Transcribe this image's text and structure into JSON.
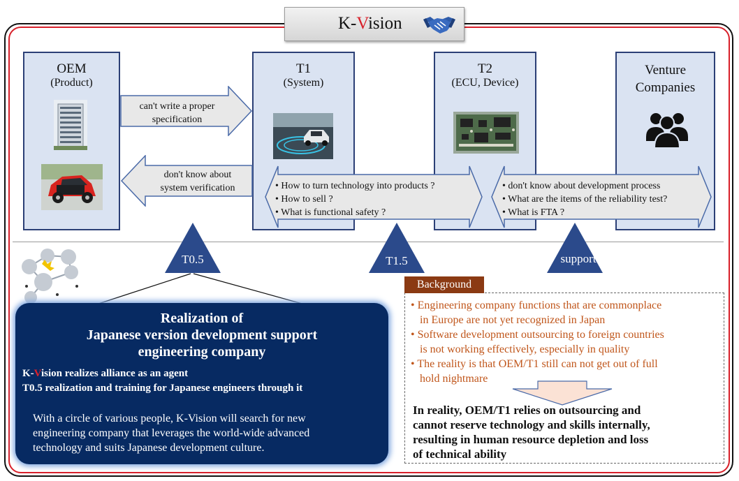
{
  "header": {
    "title_prefix": "K-",
    "title_accent": "V",
    "title_suffix": "ision"
  },
  "columns": [
    {
      "title": "OEM",
      "subtitle": "(Product)"
    },
    {
      "title": "T1",
      "subtitle": "(System)"
    },
    {
      "title": "T2",
      "subtitle": "(ECU, Device)"
    },
    {
      "title": "Venture",
      "subtitle": "Companies"
    }
  ],
  "arrows": {
    "oem_to_t1": [
      "can't write a proper",
      "specification"
    ],
    "t1_to_oem": [
      "don't know about",
      "system verification"
    ]
  },
  "t1_issues": [
    "• How to turn technology into products ?",
    "• How to sell ?",
    "• What is functional safety ?"
  ],
  "t2_issues": [
    "• don't know about development process",
    "• What are the items of the reliability test?",
    "• What is FTA ?"
  ],
  "triangles": {
    "t05": "T0.5",
    "t15": "T1.5",
    "support": "support"
  },
  "background": {
    "tag": "Background",
    "items": [
      [
        "• Engineering company functions that are commonplace",
        "  in Europe are not yet recognized in Japan"
      ],
      [
        "• Software development outsourcing to foreign countries",
        "  is not working effectively, especially in quality"
      ],
      [
        "• The reality is that OEM/T1 still can not get out of full",
        "  hold nightmare"
      ]
    ],
    "result": [
      "In reality, OEM/T1 relies on outsourcing and",
      "cannot reserve technology and skills internally,",
      "resulting in human resource depletion and loss",
      "of technical ability"
    ]
  },
  "realization": {
    "title": [
      "Realization of",
      "Japanese version development support",
      "engineering company"
    ],
    "line1_prefix": "K-",
    "line1_accent": "V",
    "line1_suffix": "ision realizes alliance as an agent",
    "line2": "T0.5 realization and training for Japanese engineers through it",
    "body": [
      "With a circle of various people, K-Vision will search for new",
      "engineering company that leverages the world-wide advanced",
      "technology and suits Japanese development culture."
    ]
  },
  "colors": {
    "accent_red": "#d8202a",
    "navy": "#072a62",
    "column_fill": "#dae3f2",
    "triangle": "#2b4a8b",
    "background_text": "#c0561b"
  }
}
